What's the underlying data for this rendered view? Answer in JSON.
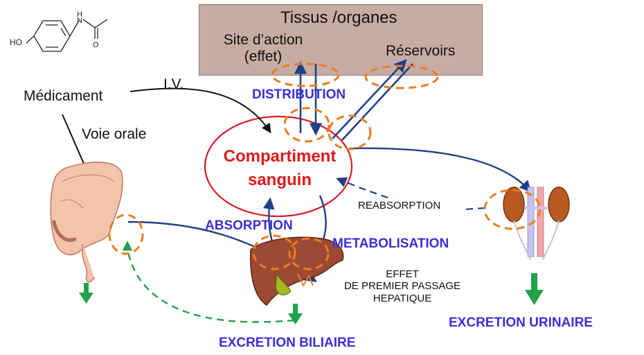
{
  "molecule": {
    "label": "HO"
  },
  "organs": {
    "title": "Tissus /organes",
    "site_line1": "Site d’action",
    "site_line2": "(effet)",
    "reservoirs": "Réservoirs"
  },
  "drug": "Médicament",
  "iv": "I.V.",
  "oral": "Voie orale",
  "blood": {
    "line1": "Compartiment",
    "line2": "sanguin"
  },
  "labels": {
    "distribution": "DISTRIBUTION",
    "absorption": "ABSORPTION",
    "metabolisation": "METABOLISATION",
    "reabsorption": "REABSORPTION",
    "first_pass_1": "EFFET",
    "first_pass_2": "DE PREMIER PASSAGE",
    "first_pass_3": "HEPATIQUE",
    "excretion_biliaire": "EXCRETION BILIAIRE",
    "excretion_urinaire": "EXCRETION URINAIRE"
  },
  "colors": {
    "blue_arrow": "#1f3f86",
    "orange_dash": "#f07a1f",
    "green": "#1fa24a",
    "red": "#e0181b",
    "label_blue": "#3a2fd6",
    "organs_bg": "#c7aca4"
  }
}
